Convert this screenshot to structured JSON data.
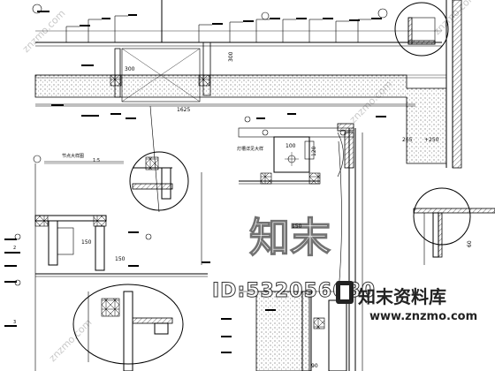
{
  "drawing": {
    "description": "Construction detail drawing, ceiling section",
    "dimensions": {
      "d300_left": "300",
      "d300_right": "300",
      "d150_top": "150",
      "d150_bottom": "150",
      "d150_right": "150",
      "d1625": "1625",
      "d100": "100",
      "d120": "120",
      "d265": "265",
      "d250": "+250",
      "d60": "60",
      "d90": "90"
    },
    "labels": {
      "plan_title": "节点大样图",
      "scale": "1:5",
      "note_light_trough": "灯槽详见大样",
      "section_2": "2",
      "section_3": "3"
    }
  },
  "watermark": {
    "brand_big": "知末",
    "id_text": "ID:532056680",
    "brand_small": "知末资料库",
    "url": "www.znzmo.com",
    "diag_text": "znzmo.com"
  }
}
